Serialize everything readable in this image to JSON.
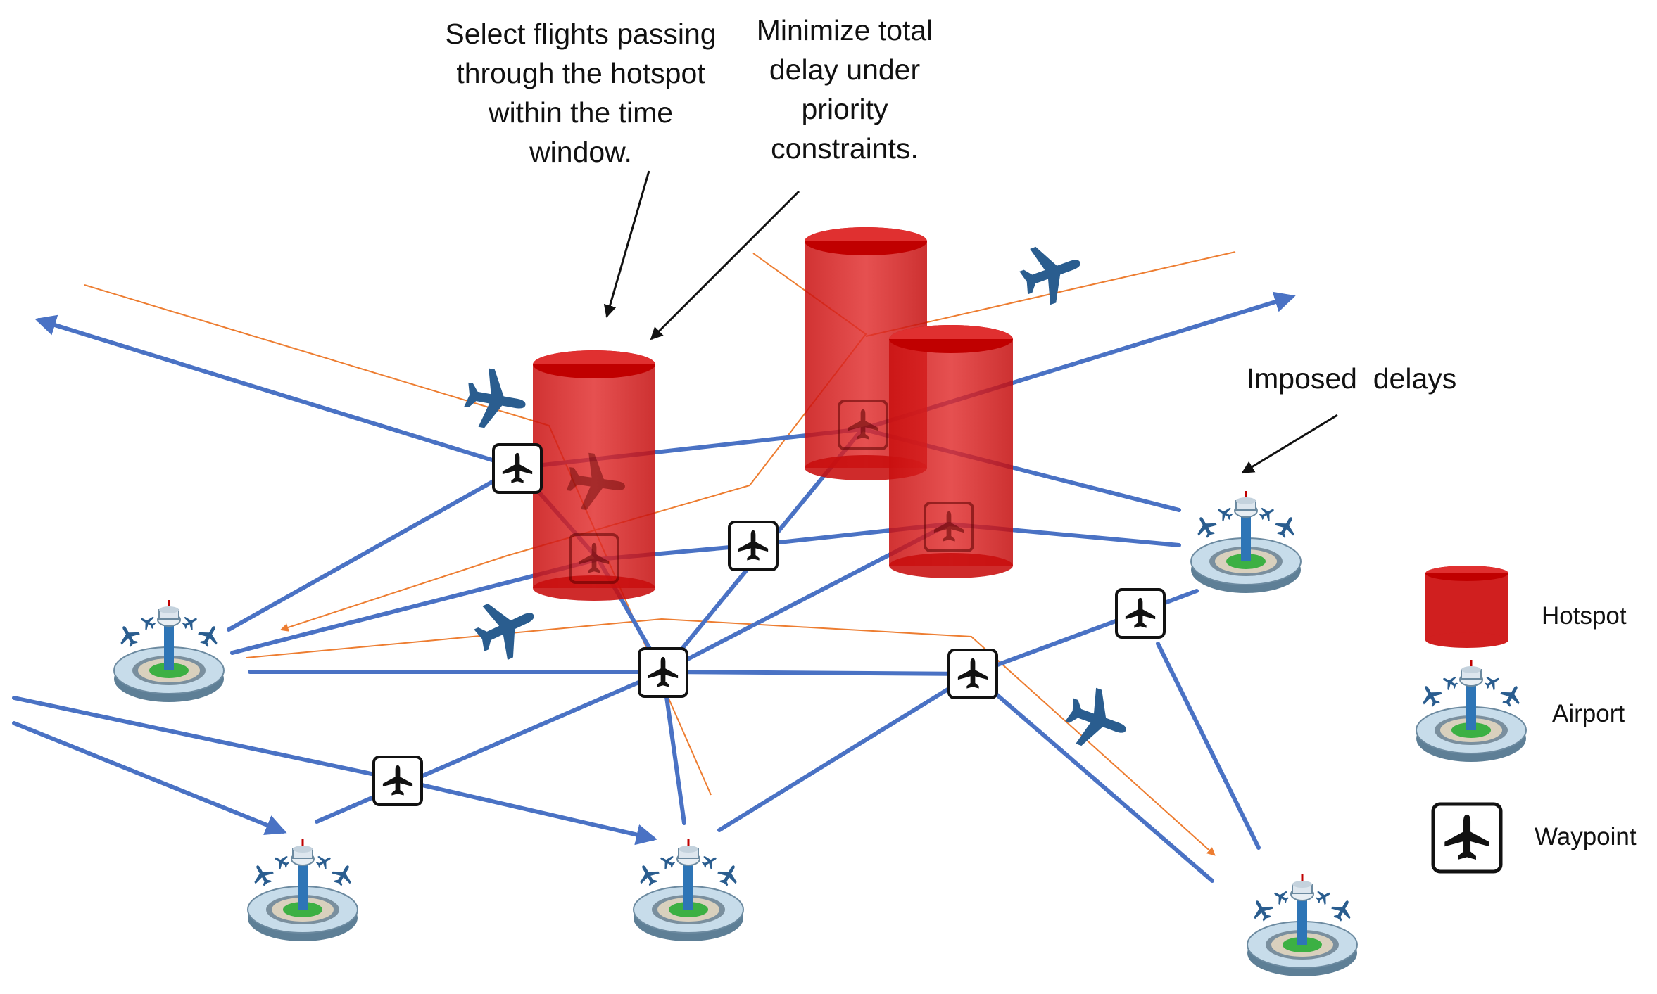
{
  "annotations": {
    "select_flights": "Select flights passing\nthrough the hotspot\nwithin the time\nwindow.",
    "minimize_delay": "Minimize total\ndelay under\npriority\nconstraints.",
    "imposed_delays": "Imposed  delays"
  },
  "legend": {
    "hotspot": "Hotspot",
    "airport": "Airport",
    "waypoint": "Waypoint"
  },
  "colors": {
    "route": "#4a72c4",
    "secondary_route": "#ed7d31",
    "hotspot": "#d01f1f",
    "hotspot_top": "#c00000",
    "aircraft": "#2a5d8f",
    "waypoint_border": "#111111",
    "airport_ring": "#b9d5ea",
    "airport_tower": "#2e75b6",
    "airport_pad": "#3cb043"
  },
  "icons": {
    "waypoint": "airplane-icon",
    "airport": "control-tower-icon",
    "aircraft": "airplane-silhouette-icon"
  }
}
